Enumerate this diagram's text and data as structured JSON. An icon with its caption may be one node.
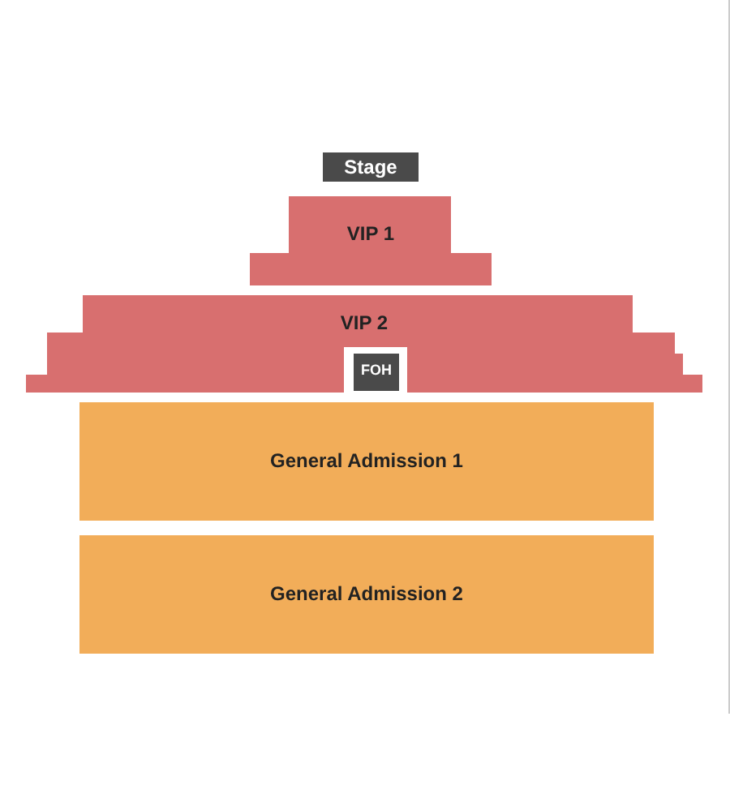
{
  "diagram": {
    "nodes": [
      {
        "text": [
          "Stage"
        ]
      },
      {
        "text": [
          "VIP 1"
        ]
      },
      {
        "text": [
          "VIP 2"
        ]
      },
      {
        "text": [
          "FOH"
        ]
      },
      {
        "text": [
          "General Admission 1"
        ]
      },
      {
        "text": [
          "General Admission 2"
        ]
      }
    ]
  }
}
